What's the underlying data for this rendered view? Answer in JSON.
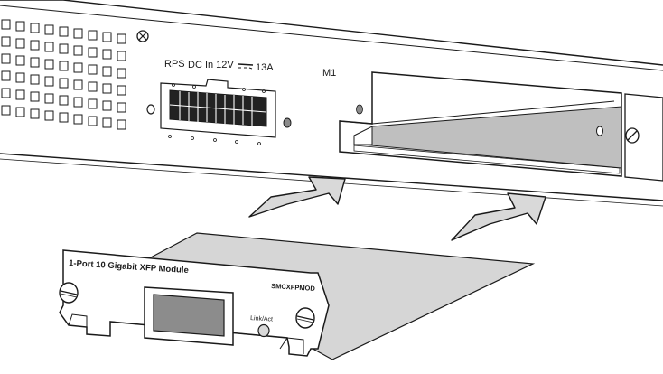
{
  "chassis": {
    "rps_label": "RPS",
    "dc_label": "DC In 12V",
    "amp_label": "13A",
    "slot_label": "M1"
  },
  "module": {
    "title": "1-Port 10 Gigabit XFP Module",
    "model": "SMCXFPMOD",
    "led_label": "Link/Act"
  },
  "colors": {
    "line": "#1a1a1a",
    "slot_floor": "#bfbfbf",
    "arrow_fill": "#d9d9d9",
    "port_fill": "#8c8c8c",
    "module_board": "#d6d6d6",
    "connector_fill": "#222222"
  }
}
